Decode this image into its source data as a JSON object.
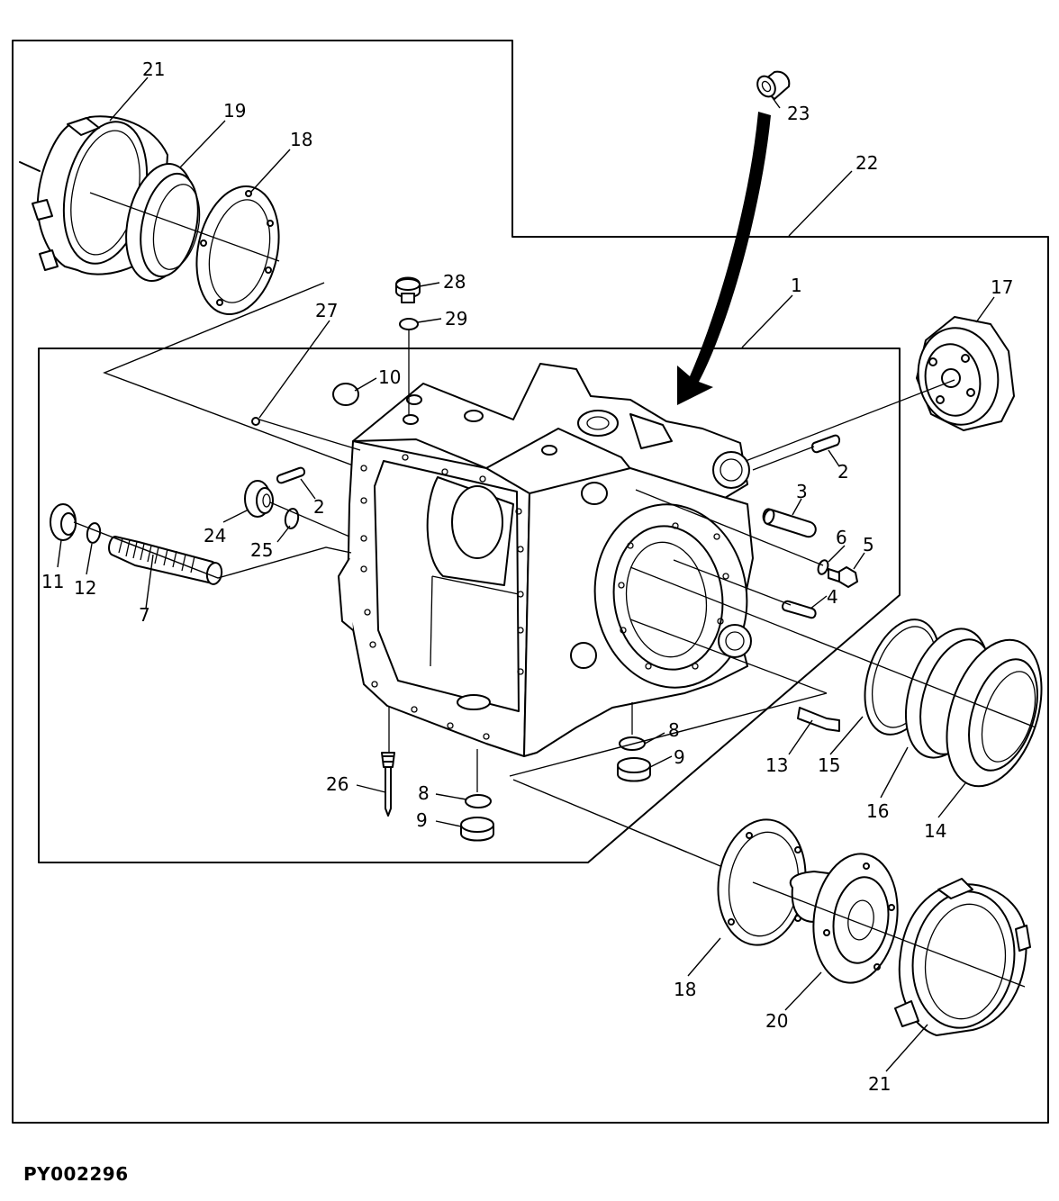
{
  "figure_code": "PY002296",
  "callouts": {
    "c1": "1",
    "c2a": "2",
    "c2b": "2",
    "c3": "3",
    "c4": "4",
    "c5": "5",
    "c6": "6",
    "c7": "7",
    "c8a": "8",
    "c8b": "8",
    "c9a": "9",
    "c9b": "9",
    "c10": "10",
    "c11": "11",
    "c12": "12",
    "c13": "13",
    "c14": "14",
    "c15": "15",
    "c16": "16",
    "c17": "17",
    "c18a": "18",
    "c18b": "18",
    "c19": "19",
    "c20": "20",
    "c21a": "21",
    "c21b": "21",
    "c22": "22",
    "c23": "23",
    "c24": "24",
    "c25": "25",
    "c26": "26",
    "c27": "27",
    "c28": "28",
    "c29": "29"
  }
}
